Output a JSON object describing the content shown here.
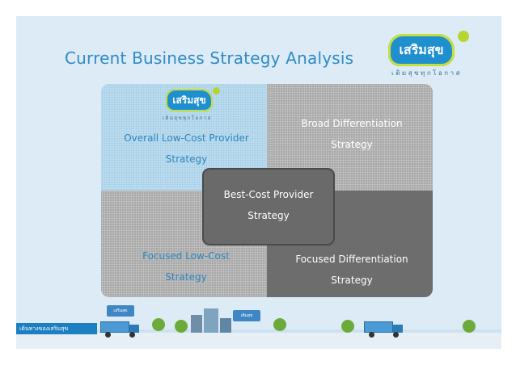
{
  "slide": {
    "title": "Current Business Strategy Analysis",
    "logo": {
      "wordmark": "เสริมสุข",
      "tagline": "เติมสุขทุกโอกาส"
    }
  },
  "matrix": {
    "top_left": {
      "line1": "Overall Low-Cost  Provider",
      "line2": "Strategy",
      "logo_wordmark": "เสริมสุข",
      "logo_tagline": "เติมสุขทุกโอกาส"
    },
    "top_right": {
      "line1": "Broad Differentiation",
      "line2": "Strategy"
    },
    "bottom_left": {
      "line1": "Focused Low-Cost",
      "line2": "Strategy"
    },
    "bottom_right": {
      "line1": "Focused Differentiation",
      "line2": "Strategy"
    },
    "center": {
      "line1": "Best-Cost Provider",
      "line2": "Strategy"
    }
  },
  "scene": {
    "road_sign": "เดินทางของเสริมสุข",
    "billboard_left": "เสริมสุข",
    "billboard_right": "เติมสุข"
  },
  "colors": {
    "title": "#2f8bc6",
    "slide_bg": "#dcebf6",
    "accent_green": "#c7df3a",
    "brand_blue": "#1f8fd0"
  }
}
